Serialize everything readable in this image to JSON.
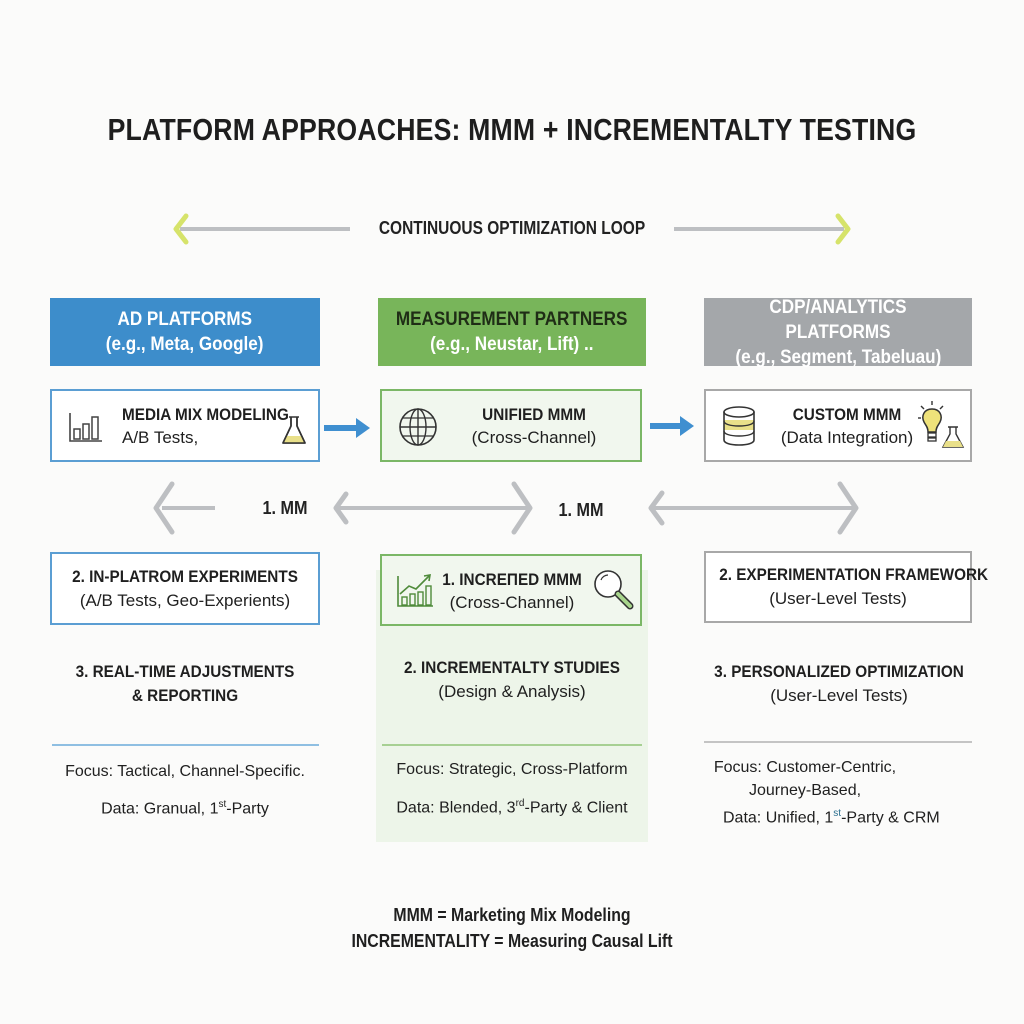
{
  "title": "PLATFORM APPROACHES: MMM + INCREMENTALTY TESTING",
  "loop_label": "CONTINUOUS OPTIMIZATION LOOP",
  "colors": {
    "ad_platforms": "#3d8dcb",
    "measurement_partners": "#78b55a",
    "cdp_platforms": "#a4a7aa",
    "loop_arrow_tip": "#d6e36a",
    "connector_arrow": "#3f8fd0",
    "gray_arrow": "#bdbfc2"
  },
  "columns": [
    {
      "header": {
        "line1": "AD PLATFORMS",
        "line2": "(e.g., Meta, Google)"
      },
      "primary_box": {
        "title": "MEDIA MIX MODELING",
        "subtitle": "A/B Tests,",
        "left_icon": "bar-chart-icon",
        "right_icon": "flask-icon"
      },
      "step2": {
        "title": "2. IN-PLATROM EXPERIMENTS",
        "subtitle": "(A/B Tests, Geo-Experients)"
      },
      "step3": {
        "title": "3. REAL-TIME ADJUSTMENTS",
        "title2": "& REPORTING"
      },
      "focus": "Focus: Tactical, Channel-Specific.",
      "data": {
        "prefix": "Data: Granual, 1",
        "sup": "st",
        "suffix": "-Party"
      }
    },
    {
      "header": {
        "line1": "MEASUREMENT PARTNERS",
        "line2": "(e.g., Neustar, Lift) .."
      },
      "primary_box": {
        "title": "UNIFIED MMM",
        "subtitle": "(Cross-Channel)",
        "left_icon": "globe-icon"
      },
      "step1": {
        "title": "1. INCREΠED MMM",
        "subtitle": "(Cross-Channel)",
        "left_icon": "growth-chart-icon",
        "right_icon": "magnifier-icon"
      },
      "step2": {
        "title": "2. INCREMENTALTY STUDIES",
        "subtitle": "(Design & Analysis)"
      },
      "focus": "Focus: Strategic, Cross-Platform",
      "data": {
        "prefix": "Data: Blended, 3",
        "sup": "rd",
        "suffix": "-Party & Client"
      }
    },
    {
      "header": {
        "line1": "CDP/ANALYTICS PLATFORMS",
        "line2": "(e.g., Segment, Tabeluau)"
      },
      "primary_box": {
        "title": "CUSTOM MMM",
        "subtitle": "(Data Integration)",
        "left_icon": "database-icon",
        "right_icon": "lightbulb-flask-icon"
      },
      "step2": {
        "title": "2. EXPERIMENTATION FRAMEWORK",
        "subtitle": "(User-Level Tests)"
      },
      "step3": {
        "title": "3. PERSONALIZED OPTIMIZATION",
        "subtitle": "(User-Level Tests)"
      },
      "focus": "Focus: Customer-Centric,",
      "focus2": "Journey-Based,",
      "data": {
        "prefix": "Data: Unified, 1",
        "sup": "st",
        "suffix": "-Party & CRM"
      }
    }
  ],
  "connector_labels": [
    "1. MM",
    "1. MM"
  ],
  "footer": {
    "line1": "MMM = Marketing Mix Modeling",
    "line2": "INCREMENTALITY = Measuring Causal Lift"
  }
}
